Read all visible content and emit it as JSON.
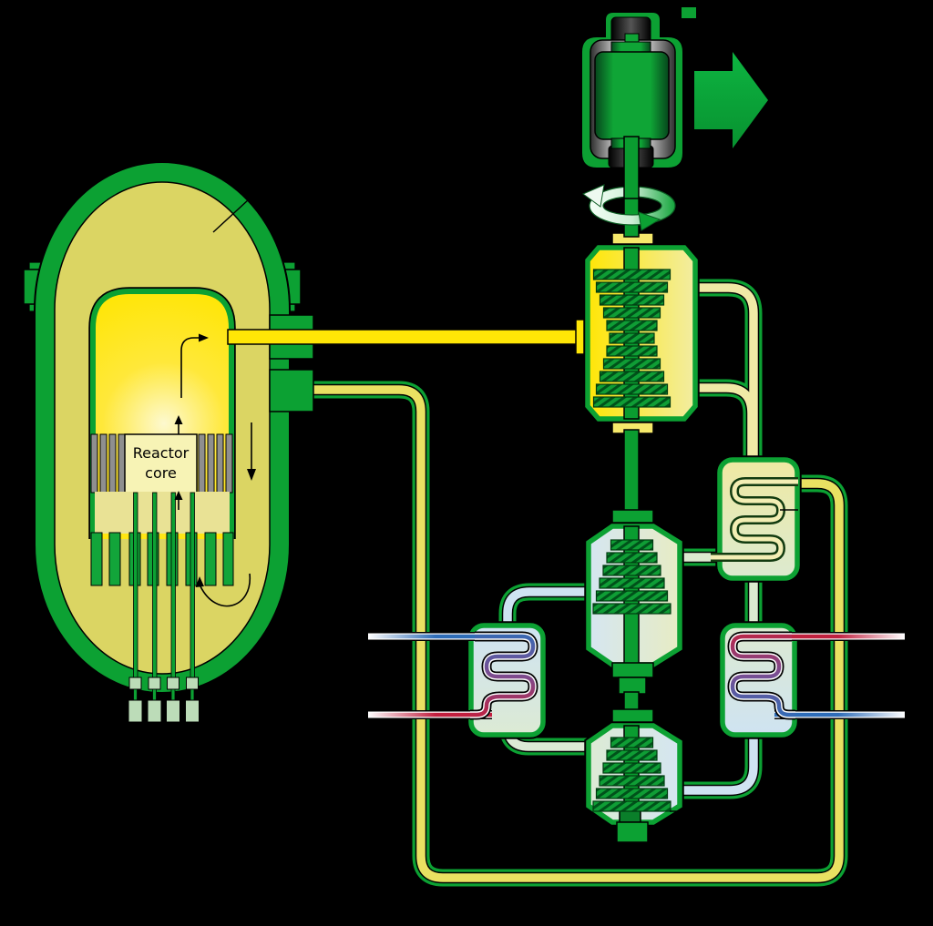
{
  "reactor_core_label": {
    "line1": "Reactor",
    "line2": "core"
  },
  "icons": {
    "electrical_output_arrow": "large green arrow pointing right from generator",
    "rotation_arrow": "elliptical ribbon with arrowheads around the shaft",
    "flow_arrow_up_core": "black arrow, gas rising through core",
    "flow_arrow_down_downcomer": "black arrow, gas descending in downcomer",
    "flow_arrow_outlet": "black curved arrow toward hot outlet",
    "flow_arrow_turnaround": "black curved arrow at vessel bottom"
  },
  "colors": {
    "background": "#000000",
    "machine_green": "#0ca133",
    "hot_gas_yellow": "#ffe606",
    "turbine_exhaust_pale_yellow": "#f0eaa6",
    "return_gas_yellow": "#e9e162",
    "cool_gas_pale_green": "#dcead0",
    "cold_gas_pale_blue": "#cfe3f2",
    "cold_water_blue": "#2f6db8",
    "hot_water_red": "#c1203f",
    "vessel_interior_olive": "#dbd563",
    "core_box_cream": "#f7f3b5",
    "control_rod_gray": "#8f8f8f",
    "rod_drive_pale_green": "#bcdcb8"
  }
}
